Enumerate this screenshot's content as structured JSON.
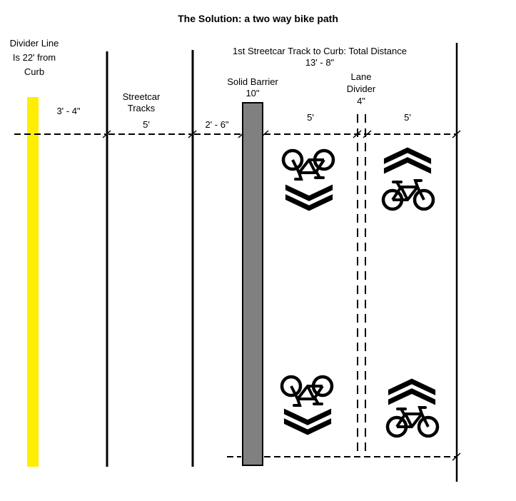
{
  "title": "The Solution: a two way bike path",
  "labels": {
    "divider_line": [
      "Divider Line",
      "Is 22' from",
      "Curb"
    ],
    "dist_divider_to_track": "3' - 4\"",
    "streetcar_tracks": [
      "Streetcar",
      "Tracks"
    ],
    "track_width": "5'",
    "track_to_barrier": "2' - 6\"",
    "solid_barrier": [
      "Solid Barrier",
      "10\""
    ],
    "total_distance": [
      "1st Streetcar Track to Curb: Total Distance",
      "13' - 8\""
    ],
    "lane_divider": [
      "Lane",
      "Divider",
      "4\""
    ],
    "lane_left_width": "5'",
    "lane_right_width": "5'"
  },
  "colors": {
    "divider_line": "#ffee00",
    "barrier": "#808080",
    "ink": "#000000"
  },
  "icons": [
    "bicycle-icon",
    "chevron-down-icon",
    "chevron-up-icon"
  ]
}
